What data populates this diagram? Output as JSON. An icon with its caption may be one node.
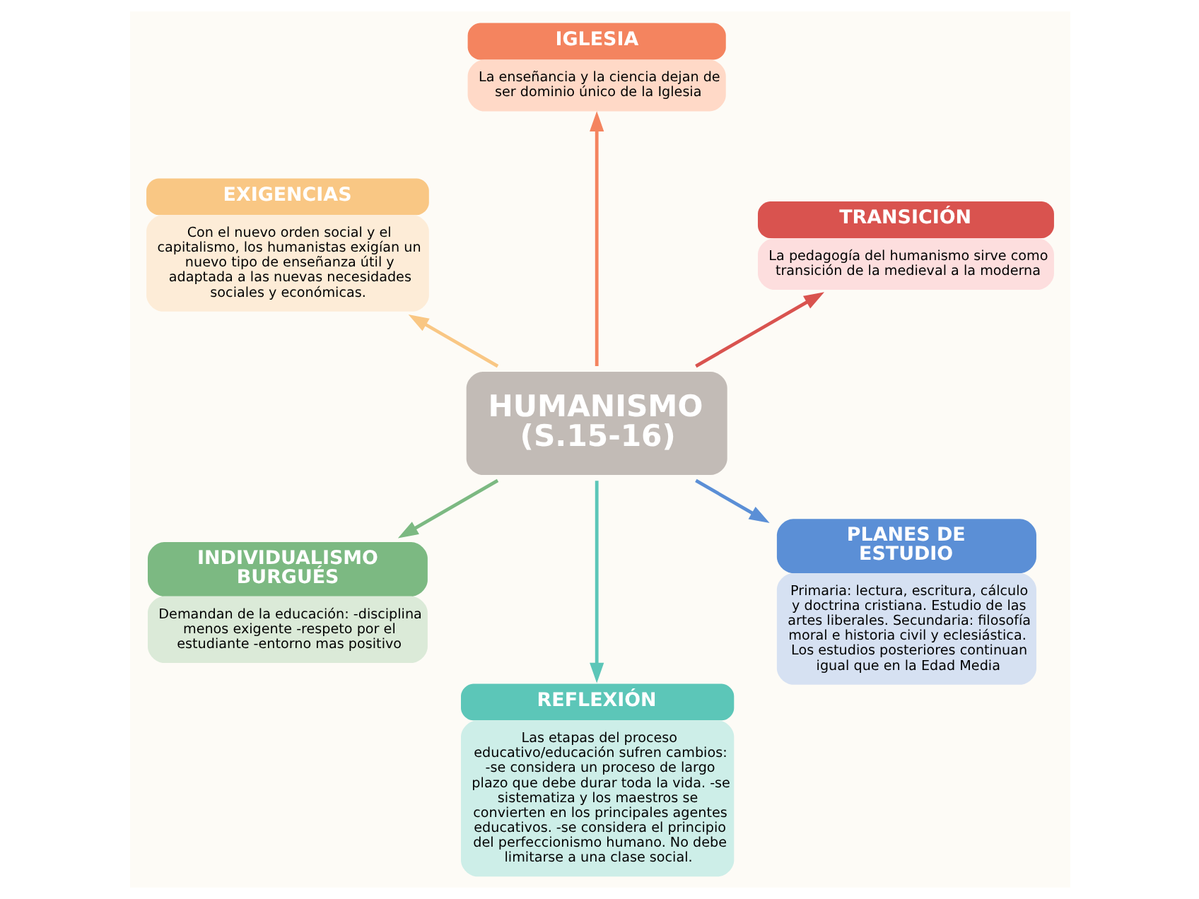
{
  "diagram": {
    "nodes": [
      {
        "text": [
          "HUMANISMO (S.15-16)"
        ]
      },
      {
        "text": [
          "TRANSICIÓN",
          "La pedagogía del humanismo sirve como transición de la medieval a la moderna"
        ]
      },
      {
        "text": [
          "IGLESIA",
          "La enseñancia y la ciencia dejan de ser dominio único de la Iglesia"
        ]
      },
      {
        "text": [
          "EXIGENCIAS",
          "Con el nuevo orden social y el capitalismo, los humanistas exigían un nuevo tipo de enseñanza útil y adaptada a las nuevas necesidades sociales y económicas."
        ]
      },
      {
        "text": [
          "INDIVIDUALISMO BURGUÉS",
          "Demandan de la educación: -disciplina menos exigente -respeto por el estudiante -entorno mas positivo"
        ]
      },
      {
        "text": [
          "REFLEXIÓN",
          "Las etapas del proceso educativo/educación sufren cambios: -se considera un proceso de largo plazo que debe durar toda la vida. -se sistematiza y los maestros se convierten en los principales agentes educativos. -se considera el principio del perfeccionismo humano. No debe limitarse a una clase social."
        ]
      },
      {
        "text": [
          "PLANES DE ESTUDIO",
          "Primaria: lectura, escritura, cálculo y doctrina cristiana. Estudio de las artes liberales. Secundaria: filosofía moral e historia civil y eclesiástica. Los estudios posteriores continuan igual que en la Edad Media"
        ]
      }
    ],
    "edges": [
      {
        "from": 0,
        "to": 1,
        "arrow": "to",
        "color": "#d9534f"
      },
      {
        "from": 0,
        "to": 2,
        "arrow": "to",
        "color": "#f4845f"
      },
      {
        "from": 0,
        "to": 3,
        "arrow": "to",
        "color": "#f9c784"
      },
      {
        "from": 0,
        "to": 4,
        "arrow": "to",
        "color": "#7cb982"
      },
      {
        "from": 0,
        "to": 5,
        "arrow": "to",
        "color": "#5cc6b8"
      },
      {
        "from": 0,
        "to": 6,
        "arrow": "to",
        "color": "#5b8fd6"
      }
    ]
  }
}
